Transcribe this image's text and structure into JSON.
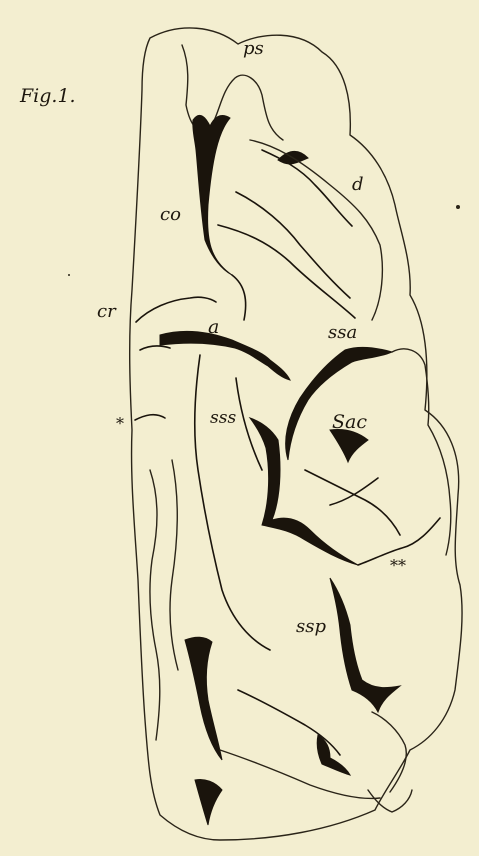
{
  "figure": {
    "title": "Fig.1.",
    "background_color": "#f3eed0",
    "ink_color": "#1a140c"
  },
  "labels": {
    "ps": "ps",
    "d": "d",
    "co": "co",
    "cr": "cr",
    "a": "a",
    "ssa": "ssa",
    "sss": "sss",
    "sac": "Sac",
    "star": "*",
    "double_star": "**",
    "ssp": "ssp"
  }
}
